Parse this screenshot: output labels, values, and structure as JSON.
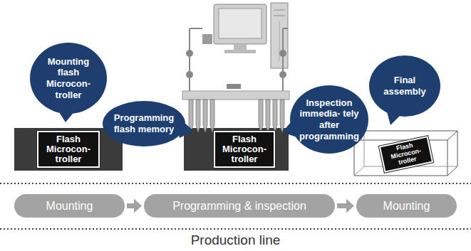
{
  "diagram": {
    "nodes": [
      {
        "text": [
          "Mounting flash Microcon- troller"
        ]
      },
      {
        "text": [
          "Flash Microcon- troller"
        ]
      },
      {
        "text": [
          "Programming flash memory"
        ]
      },
      {
        "text": [
          "Flash Microcon- troller"
        ]
      },
      {
        "text": [
          "Inspection immedia- tely after programming"
        ]
      },
      {
        "text": [
          "Final assembly"
        ]
      },
      {
        "text": [
          "Flash Microcon- troller"
        ]
      },
      {
        "text": [
          "Mounting"
        ]
      },
      {
        "text": [
          "Programming & inspection"
        ]
      },
      {
        "text": [
          "Mounting"
        ]
      }
    ],
    "edges": [
      {
        "from": 7,
        "to": 8,
        "arrow": "to"
      },
      {
        "from": 8,
        "to": 9,
        "arrow": "to"
      }
    ],
    "labels": [
      "Production line"
    ]
  }
}
